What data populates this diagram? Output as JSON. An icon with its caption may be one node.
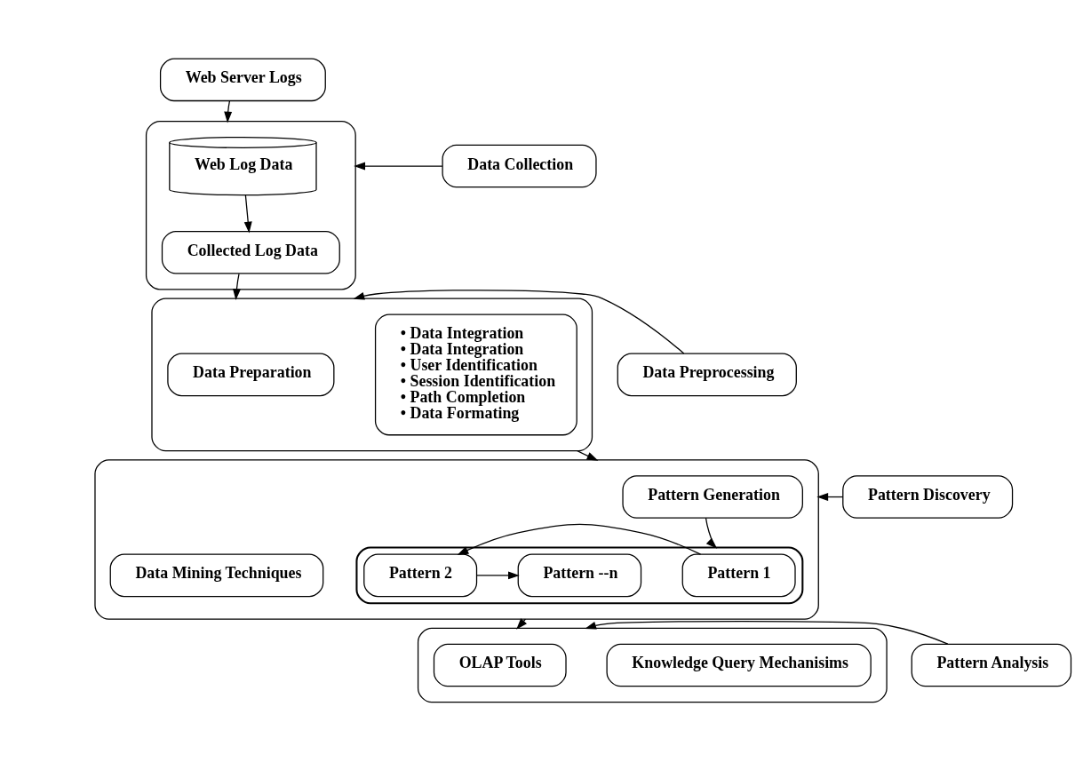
{
  "diagram": {
    "nodes": [
      {
        "text": [
          "Web Server Logs"
        ]
      },
      {
        "text": [
          "Data Collection"
        ]
      },
      {
        "text": [],
        "shape": "box"
      },
      {
        "text": [
          "Web Log Data"
        ],
        "in": 2
      },
      {
        "text": [
          "Collected Log Data"
        ],
        "in": 2
      },
      {
        "text": [
          "Data Preprocessing"
        ]
      },
      {
        "text": [],
        "shape": "box"
      },
      {
        "text": [
          "Data Preparation"
        ],
        "in": 6
      },
      {
        "text": [
          "• Data Integration",
          "• Data Integration",
          "• User Identification",
          "• Session Identification",
          "• Path Completion",
          "• Data Formating"
        ],
        "in": 6
      },
      {
        "text": [
          "Pattern Discovery"
        ]
      },
      {
        "text": [],
        "shape": "box"
      },
      {
        "text": [
          "Pattern Generation"
        ],
        "in": 10
      },
      {
        "text": [
          "Data Mining Techniques"
        ],
        "in": 10
      },
      {
        "text": [],
        "shape": "ellipse",
        "in": 10
      },
      {
        "text": [
          "Pattern 1"
        ],
        "in": 13
      },
      {
        "text": [
          "Pattern 2"
        ],
        "in": 13
      },
      {
        "text": [
          "Pattern --n"
        ],
        "in": 13
      },
      {
        "text": [
          "Pattern Analysis"
        ]
      },
      {
        "text": [],
        "shape": "box"
      },
      {
        "text": [
          "OLAP Tools"
        ],
        "in": 18
      },
      {
        "text": [
          "Knowledge Query Mechanisims"
        ],
        "in": 18
      }
    ],
    "edges": [
      {
        "from": 0,
        "to": 2,
        "arrow": "to"
      },
      {
        "from": 1,
        "to": 2,
        "arrow": "to"
      },
      {
        "from": 3,
        "to": 4,
        "arrow": "to"
      },
      {
        "from": 4,
        "to": 6,
        "arrow": "to"
      },
      {
        "from": 5,
        "to": 6,
        "arrow": "to"
      },
      {
        "from": 6,
        "to": 10,
        "arrow": "to"
      },
      {
        "from": 9,
        "to": 10,
        "arrow": "to"
      },
      {
        "from": 11,
        "to": 13,
        "arrow": "to"
      },
      {
        "from": 14,
        "to": 15,
        "arrow": "to"
      },
      {
        "from": 15,
        "to": 16,
        "arrow": "to"
      },
      {
        "from": 10,
        "to": 18,
        "arrow": "to"
      },
      {
        "from": 17,
        "to": 18,
        "arrow": "to"
      }
    ]
  }
}
